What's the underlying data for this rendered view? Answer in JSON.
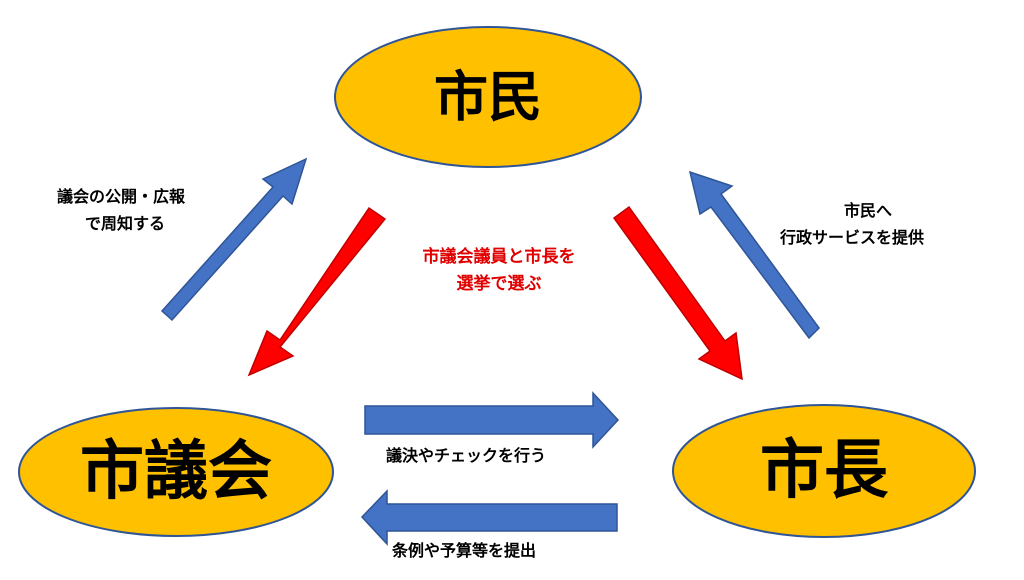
{
  "colors": {
    "node_fill": "#FFC000",
    "node_stroke": "#2F5597",
    "blue_arrow": "#4472C4",
    "red_arrow": "#FF0000",
    "red_text": "#E00000"
  },
  "nodes": {
    "citizens": "市民",
    "council": "市議会",
    "mayor": "市長"
  },
  "labels": {
    "council_to_citizens": [
      "議会の公開・広報",
      "で周知する"
    ],
    "mayor_to_citizens": [
      "市民へ",
      "行政サービスを提供"
    ],
    "election": [
      "市議会議員と市長を",
      "選挙で選ぶ"
    ],
    "council_to_mayor": "議決やチェックを行う",
    "mayor_to_council": "条例や予算等を提出"
  }
}
